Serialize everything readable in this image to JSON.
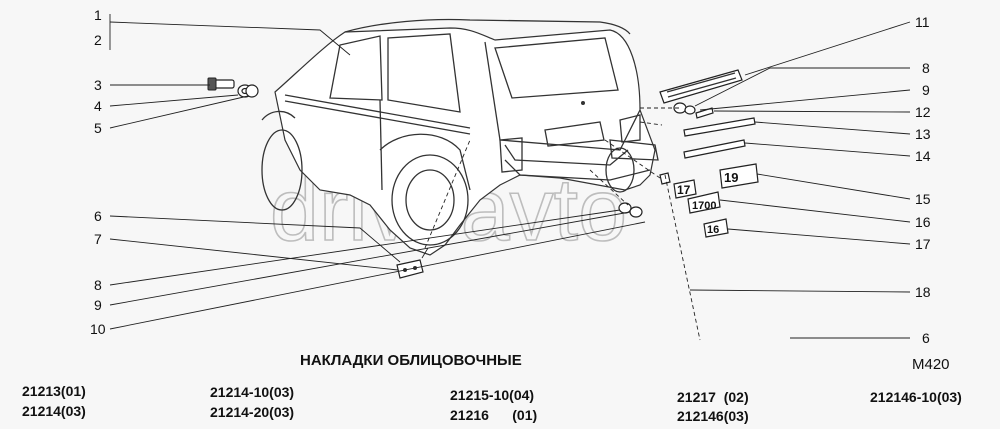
{
  "title": "НАКЛАДКИ ОБЛИЦОВОЧНЫЕ",
  "code": "М420",
  "watermark": "driveavto",
  "callouts_left": [
    "1",
    "2",
    "3",
    "4",
    "5",
    "6",
    "7",
    "8",
    "9",
    "10"
  ],
  "callouts_right": [
    "11",
    "8",
    "9",
    "12",
    "13",
    "14",
    "15",
    "16",
    "17",
    "18",
    "6"
  ],
  "badges": {
    "b17": "17",
    "b1700": "1700",
    "b19": "19",
    "b16": "16"
  },
  "models": {
    "col1": [
      "21213(01)",
      "21214(03)"
    ],
    "col2": [
      "21214-10(03)",
      "21214-20(03)"
    ],
    "col3": [
      "21215-10(04)",
      "21216      (01)"
    ],
    "col4": [
      "21217  (02)",
      "212146(03)"
    ],
    "col5": [
      "212146-10(03)"
    ]
  }
}
